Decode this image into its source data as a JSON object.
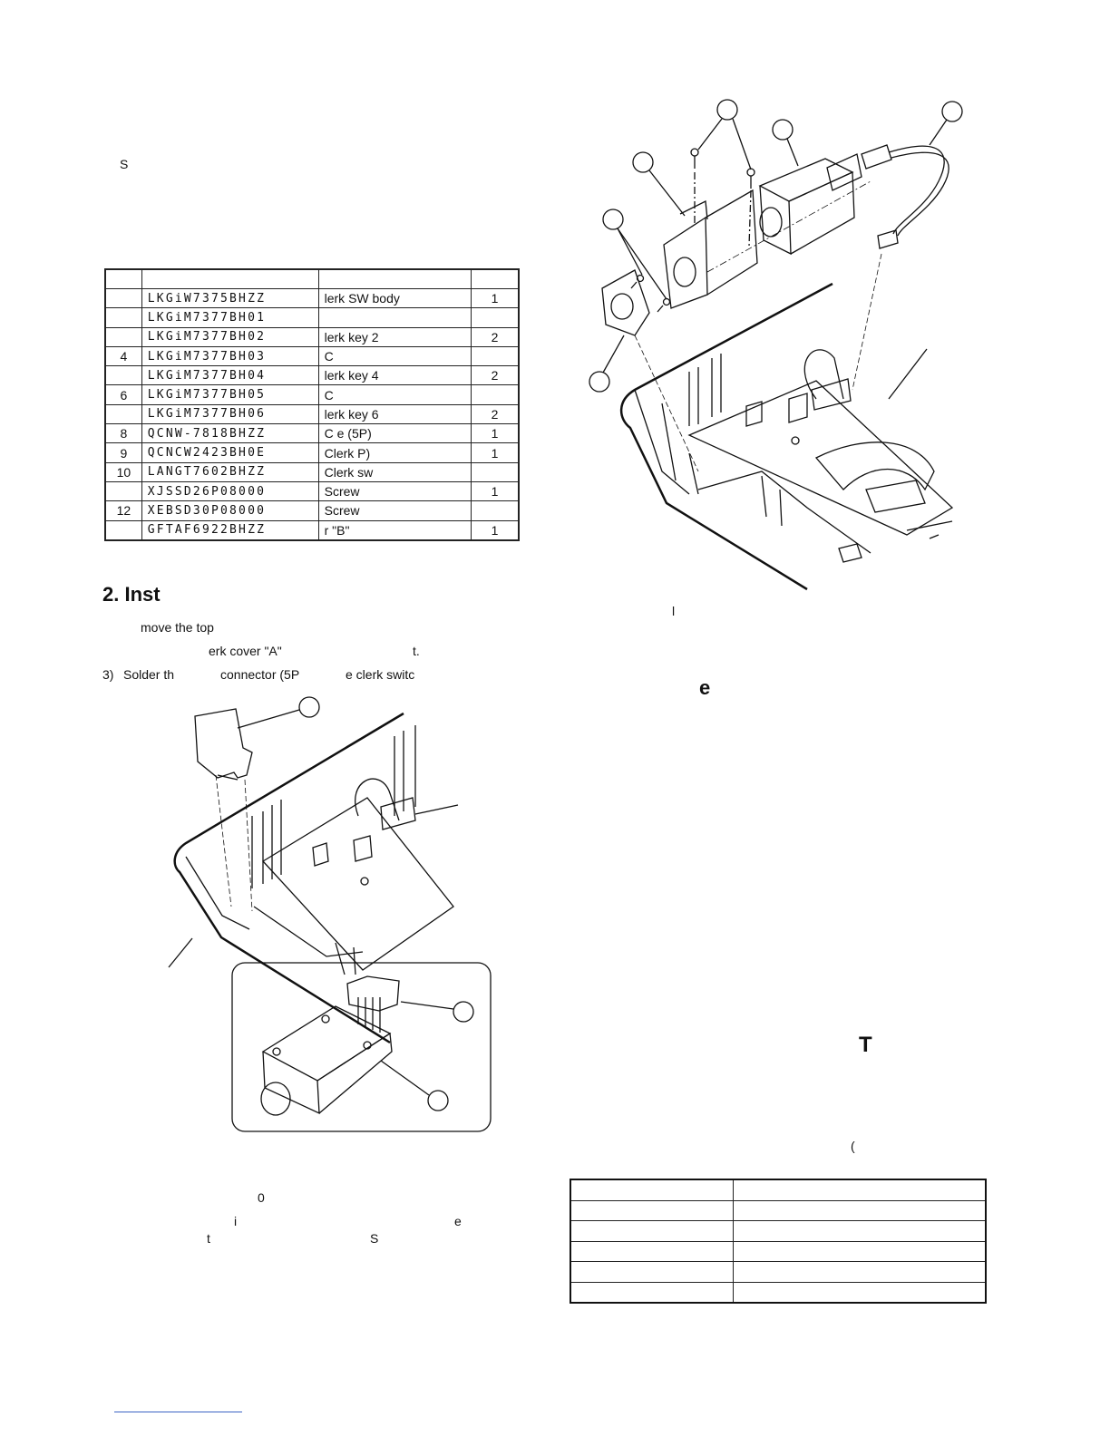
{
  "top_fragment": "S",
  "parts_table": {
    "rows": [
      {
        "no": "",
        "code": "LKGiW7375BHZZ",
        "desc": "lerk SW body",
        "qty": "1"
      },
      {
        "no": "",
        "code": "LKGiM7377BH01",
        "desc": "",
        "qty": ""
      },
      {
        "no": "",
        "code": "LKGiM7377BH02",
        "desc": "lerk key 2",
        "qty": "2"
      },
      {
        "no": "4",
        "code": "LKGiM7377BH03",
        "desc": "C",
        "qty": ""
      },
      {
        "no": "",
        "code": "LKGiM7377BH04",
        "desc": "lerk key 4",
        "qty": "2"
      },
      {
        "no": "6",
        "code": "LKGiM7377BH05",
        "desc": "C",
        "qty": ""
      },
      {
        "no": "",
        "code": "LKGiM7377BH06",
        "desc": "lerk key 6",
        "qty": "2"
      },
      {
        "no": "8",
        "code": "QCNW-7818BHZZ",
        "desc": "C                e (5P)",
        "qty": "1"
      },
      {
        "no": "9",
        "code": "QCNCW2423BH0E",
        "desc": "Clerk                 P)",
        "qty": "1"
      },
      {
        "no": "10",
        "code": "LANGT7602BHZZ",
        "desc": "Clerk sw",
        "qty": ""
      },
      {
        "no": "",
        "code": "XJSSD26P08000",
        "desc": "Screw",
        "qty": "1"
      },
      {
        "no": "12",
        "code": "XEBSD30P08000",
        "desc": "Screw",
        "qty": ""
      },
      {
        "no": "",
        "code": "GFTAF6922BHZZ",
        "desc": "r \"B\"",
        "qty": "1"
      }
    ]
  },
  "section2": {
    "title": "2. Inst",
    "step1": "move the top",
    "step2": "erk cover \"A\"",
    "step2_end": "t.",
    "step3_num": "3)",
    "step3_a": "Solder th",
    "step3_b": "connector (5P",
    "step3_c": "e clerk switc"
  },
  "lower_left": {
    "frag1": "0",
    "frag2": "i",
    "frag3": "e",
    "frag4": "t",
    "frag5": "S"
  },
  "right_col": {
    "frag_l": "l",
    "frag_e": "e",
    "frag_T": "T",
    "frag_paren": "("
  },
  "colors": {
    "line": "#111111",
    "footer_link": "#3b63c4"
  }
}
